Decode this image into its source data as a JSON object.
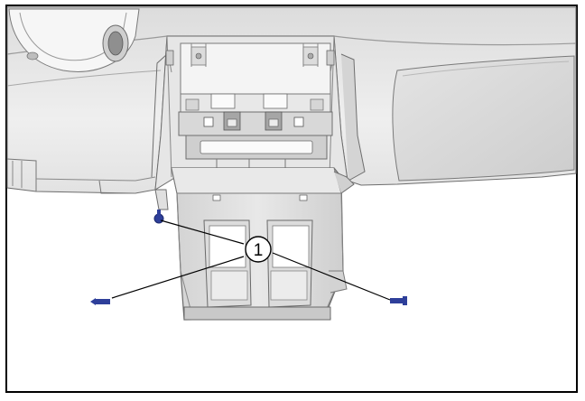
{
  "callout": {
    "label": "1"
  },
  "colors": {
    "frame": "#000000",
    "panel_light": "#ececec",
    "panel_mid": "#d9d9d9",
    "panel_dark": "#bfbfbf",
    "line": "#6e6e6e",
    "fastener": "#2e3f9a",
    "callout_line": "#000000"
  },
  "fasteners": [
    {
      "name": "top-left-bolt",
      "type": "bolt-head"
    },
    {
      "name": "left-screw",
      "type": "screw"
    },
    {
      "name": "right-screw",
      "type": "screw"
    }
  ]
}
